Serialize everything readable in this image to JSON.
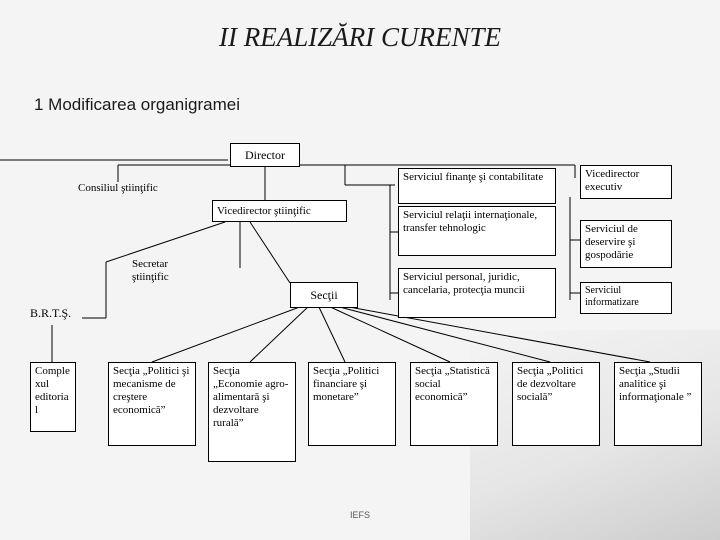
{
  "slide_title": "II REALIZĂRI CURENTE",
  "section_heading": "1 Modificarea organigramei",
  "org": {
    "director": "Director",
    "consiliul": "Consiliul ştiinţific",
    "vicedirector_stiintific": "Vicedirector ştiinţific",
    "secretar": "Secretar ştiinţific",
    "sectii": "Secţii",
    "brts": "B.R.T.Ş.",
    "complex": "Comple xul editoria l",
    "serv_finante": "Serviciul finanţe şi contabilitate",
    "serv_relatii": "Serviciul relaţii internaţionale, transfer tehnologic",
    "serv_personal": "Serviciul personal, juridic, cancelaria, protecţia muncii",
    "vicedirector_executiv": "Vicedirector executiv",
    "serv_deservire": "Serviciul de deservire şi gospodărie",
    "serv_informatizare": "Serviciul informatizare",
    "sectia_politici_mecanisme": "Secţia „Politici şi mecanisme de creştere economică”",
    "sectia_economie_agro": "Secţia „Economie agro-alimentară şi dezvoltare rurală”",
    "sectia_politici_financiare": "Secţia „Politici financiare şi monetare”",
    "sectia_statistica": "Secţia „Statistică social economică”",
    "sectia_politici_sociala": "Secţia „Politici de dezvoltare socială”",
    "sectia_studii": "Secţia „Studii analitice şi informaţionale ”"
  },
  "footer": "IEFS",
  "colors": {
    "background": "#f4f4f4",
    "box_fill": "#ffffff",
    "line": "#000000"
  }
}
